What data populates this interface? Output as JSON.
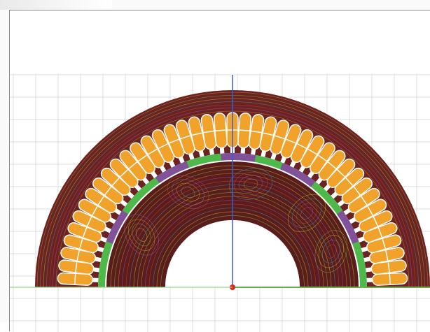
{
  "viewport": {
    "name": "electric-machine-field-plot",
    "colors": {
      "background": "#ffffff",
      "grid": "#dcdcdc",
      "iron": "#6b2322",
      "iron_dark": "#5a1d1c",
      "airgap_green": "#4fb84a",
      "airgap_purple": "#8a3fa8",
      "coil": "#f0a22a",
      "coil_outline": "#ffffff",
      "y_axis": "#3a5bd6",
      "x_axis": "#6ab04c",
      "origin": "#e0261b",
      "flux_lines": [
        "#c8d73a",
        "#7fc74a",
        "#e0a03a",
        "#b05ac8",
        "#d44a4a",
        "#3aa7c8"
      ]
    },
    "stator": {
      "slot_count": 41
    },
    "axes": {
      "y_axis_icon": "y-axis",
      "x_axis_icon": "x-axis",
      "origin_icon": "origin-marker"
    }
  }
}
